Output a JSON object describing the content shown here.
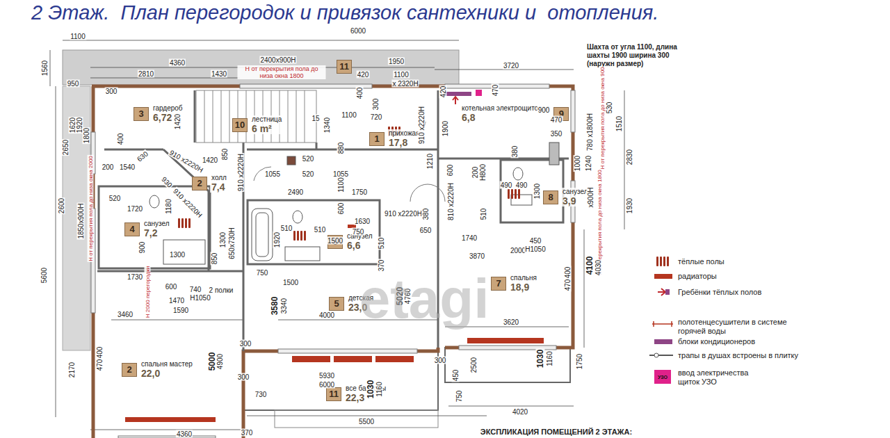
{
  "diagram": {
    "title": "2 Этаж.  План перегородок и привязок сантехники и  отопления.",
    "nodes": [
      {
        "text": [
          "11"
        ]
      },
      {
        "text": [
          "3",
          "гардероб",
          "6,72"
        ]
      },
      {
        "text": [
          "10",
          "лестница",
          "6 m²"
        ]
      },
      {
        "text": [
          "9",
          "котельная электрощитовая",
          "6,8"
        ]
      },
      {
        "text": [
          "1",
          "прихожая",
          "17,8"
        ]
      },
      {
        "text": [
          "2",
          "холл",
          "7,4"
        ]
      },
      {
        "text": [
          "8",
          "санузел",
          "3,9"
        ]
      },
      {
        "text": [
          "4",
          "санузел",
          "7,2"
        ]
      },
      {
        "text": [
          "6",
          "санузел",
          "6,6"
        ]
      },
      {
        "text": [
          "7",
          "спальня",
          "18,9"
        ]
      },
      {
        "text": [
          "5",
          "детская",
          "23,0"
        ]
      },
      {
        "text": [
          "2",
          "спальня мастер",
          "22,0"
        ]
      },
      {
        "text": [
          "11",
          "все балконы",
          "22,3"
        ]
      }
    ],
    "labels": [
      "1100",
      "6000",
      "1560",
      "4360",
      "2400x900H",
      "Н от перекрытия пола до низа окна 1800",
      "1950",
      "3720",
      "2810",
      "1430",
      "950",
      "420",
      "1100",
      "420",
      "x 2320H",
      "400",
      "300",
      "470",
      "300",
      "Шахта от угла 1100, длина шахты 1900 ширина 300 (наружн размер)",
      "1620",
      "1920",
      "1800",
      "2650",
      "1420",
      "400",
      "1340",
      "15",
      "1100",
      "720",
      "910 x2220H",
      "1900",
      "900",
      "530",
      "1510",
      "2830",
      "470",
      "350",
      "780 x1800H",
      "Н от перекрытия пола до низа окна 900",
      "880",
      "1210",
      "380",
      "630",
      "910 x2220H",
      "1420",
      "850",
      "1540",
      "200",
      "520",
      "1055",
      "520",
      "1055",
      "1000",
      "1240",
      "910 x2220H",
      "600",
      "200",
      "H800",
      "2490",
      "1100",
      "930",
      "910 x2220H",
      "1750",
      "Н от перекрытия пола до низа окна 2000",
      "1850x900H",
      "2600",
      "520",
      "1720",
      "1180",
      "910 x2220H",
      "600",
      "1630",
      "490",
      "490",
      "1300",
      "810 x2220H",
      "380",
      "650",
      "510",
      "1930",
      "x900H",
      "Н от перекрытия пола до низа окна 1800",
      "1920",
      "510",
      "510",
      "750",
      "1500",
      "510",
      "370",
      "750",
      "1500",
      "1740",
      "2000",
      "450",
      "H1050",
      "5600",
      "900",
      "1300",
      "1300",
      "650x730H",
      "850",
      "1730",
      "600",
      "740",
      "2 полки",
      "1470",
      "H1050",
      "1590",
      "Н 2000 перегородки",
      "3460",
      "3870",
      "400",
      "470",
      "4100",
      "4030",
      "3580",
      "3340",
      "4000",
      "5020",
      "4760",
      "3620",
      "etagi",
      "5000",
      "4900",
      "400",
      "470",
      "2170",
      "300",
      "300",
      "2500",
      "1030",
      "1160",
      "1750",
      "300",
      "5930",
      "6000",
      "1030",
      "1160",
      "450",
      "750",
      "730",
      "4020",
      "5500",
      "4360",
      "370",
      "ЭКСПЛИКАЦИЯ ПОМЕЩЕНИЙ 2 ЭТАЖА:",
      "УЗО"
    ],
    "legend": [
      {
        "text": "тёплые полы"
      },
      {
        "text": "радиаторы",
        "color": "#b5351f"
      },
      {
        "text": "Гребёнки тёплых полов"
      },
      {
        "text": "полотенцесушители в системе горячей воды"
      },
      {
        "text": "блоки кондиционеров",
        "color": "#8e4585"
      },
      {
        "text": "трапы в душах встроены в плитку"
      },
      {
        "text": "ввод электричества щиток УЗО",
        "color": "#e0218a"
      }
    ]
  }
}
